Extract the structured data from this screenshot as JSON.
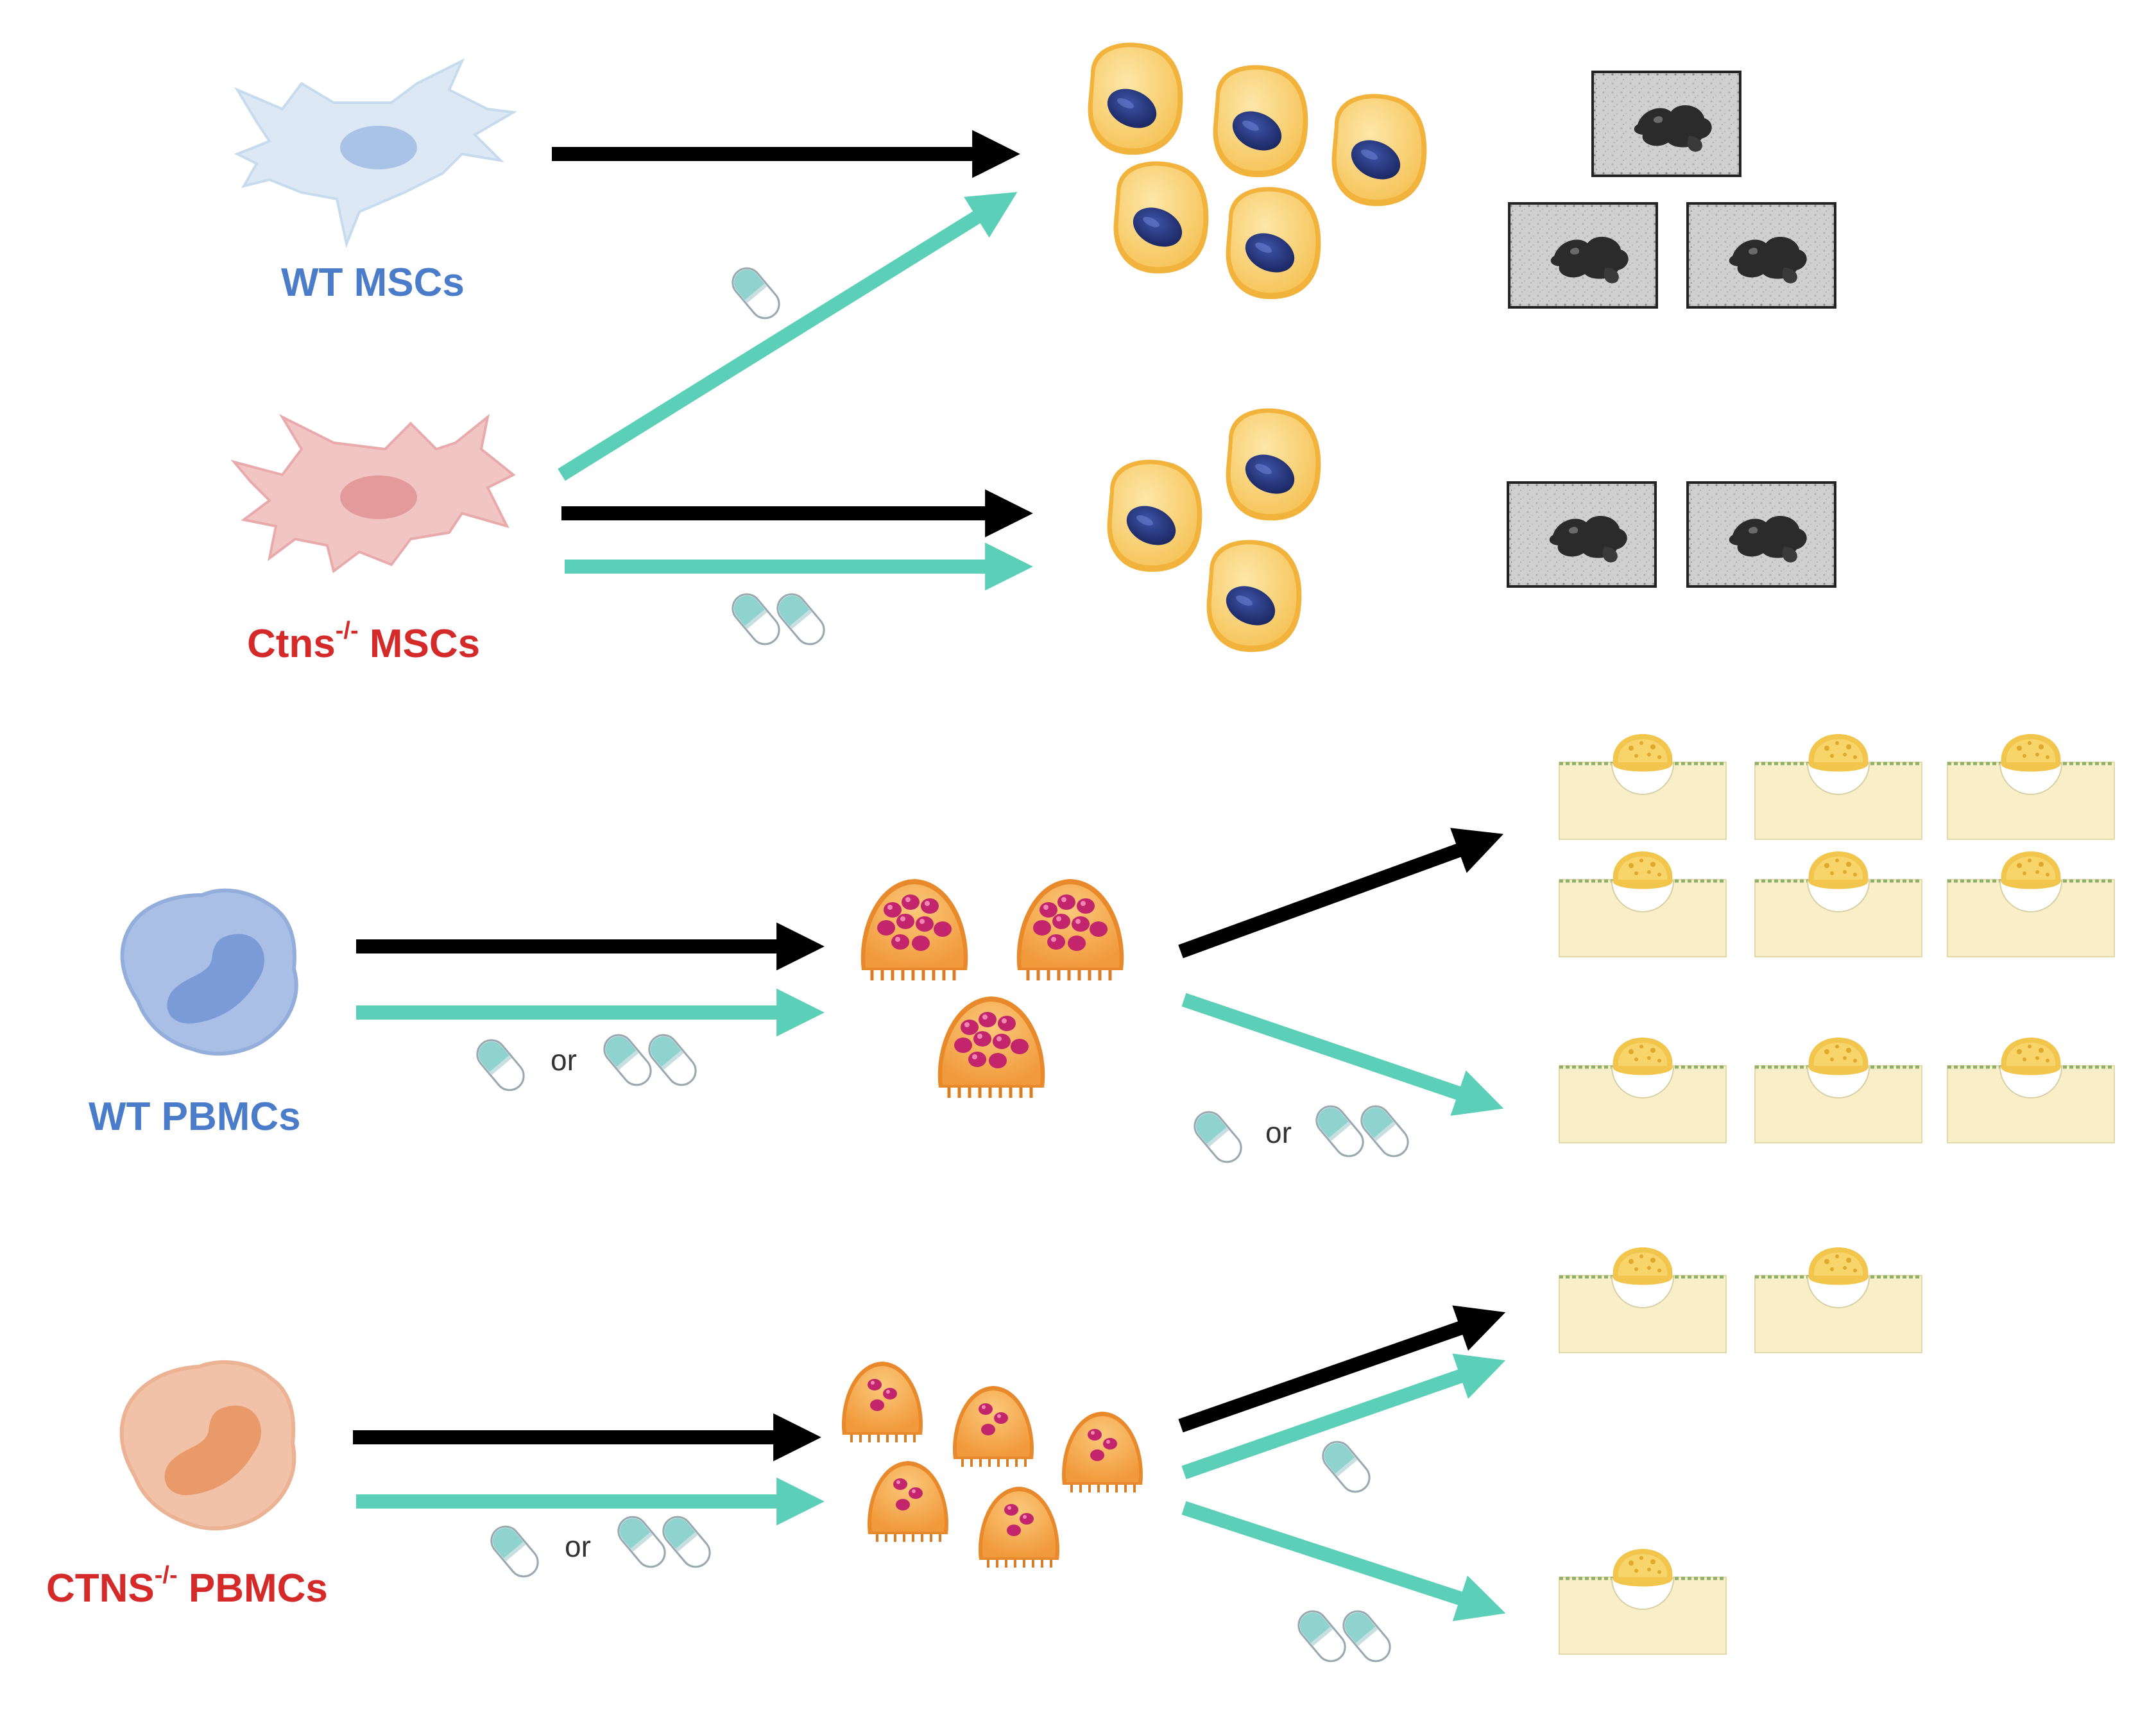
{
  "labels": {
    "wt_mscs": "WT MSCs",
    "ctns_mscs_prefix": "Ctns",
    "ctns_mscs_sup": "-/-",
    "ctns_mscs_suffix": " MSCs",
    "wt_pbmcs": "WT PBMCs",
    "ctns_pbmcs_prefix": "CTNS",
    "ctns_pbmcs_sup": "-/-",
    "ctns_pbmcs_suffix": " PBMCs",
    "or": "or"
  },
  "colors": {
    "wt_label": "#4a7cc9",
    "ctns_label": "#d42a2a",
    "black_arrow": "#000000",
    "teal_arrow": "#5ccfb8",
    "wt_msc_cell": "#dce9f5",
    "ctns_msc_cell": "#f2c5c5",
    "wt_pbmc_cell": "#a9bfe6",
    "ctns_pbmc_cell": "#f2c2a8",
    "osteoblast": "#f9d07a",
    "osteoclast": "#f7b35c",
    "resorption_pit": "#f8efc8"
  },
  "icons": {
    "drug_capsule": "capsule-icon",
    "mineral_image": "mineral-nodule-micrograph",
    "resorption_pit": "resorption-pit-icon"
  }
}
